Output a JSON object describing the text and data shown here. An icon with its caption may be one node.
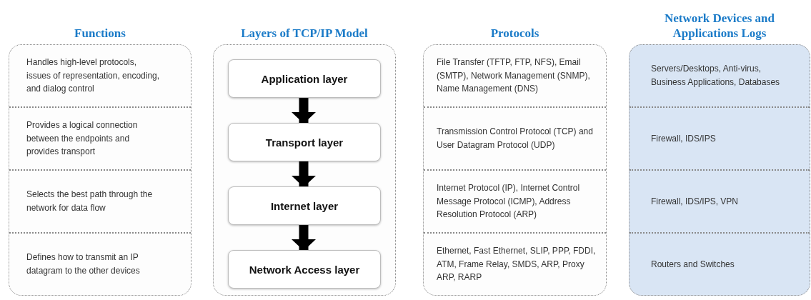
{
  "diagram": {
    "nodes": [
      {
        "text": [
          "Functions"
        ]
      },
      {
        "text": [
          "Handles high-level protocols, issues of representation, encoding, and dialog control"
        ],
        "in": 0
      },
      {
        "text": [
          "Provides a logical connection between the endpoints and provides transport"
        ],
        "in": 0
      },
      {
        "text": [
          "Selects the best path through the network for data flow"
        ],
        "in": 0
      },
      {
        "text": [
          "Defines how to transmit an IP datagram to the other devices"
        ],
        "in": 0
      },
      {
        "text": [
          "Layers of TCP/IP Model"
        ]
      },
      {
        "text": [
          "Application layer"
        ],
        "in": 5
      },
      {
        "text": [
          "Transport layer"
        ],
        "in": 5
      },
      {
        "text": [
          "Internet layer"
        ],
        "in": 5
      },
      {
        "text": [
          "Network Access layer"
        ],
        "in": 5
      },
      {
        "text": [
          "Protocols"
        ]
      },
      {
        "text": [
          "File Transfer (TFTP, FTP, NFS), Email (SMTP), Network Management (SNMP), Name Management (DNS)"
        ],
        "in": 10
      },
      {
        "text": [
          "Transmission Control Protocol (TCP) and User Datagram Protocol (UDP)"
        ],
        "in": 10
      },
      {
        "text": [
          "Internet Protocol (IP), Internet Control Message Protocol (ICMP), Address Resolution Protocol (ARP)"
        ],
        "in": 10
      },
      {
        "text": [
          "Ethernet, Fast Ethernet, SLIP, PPP, FDDI, ATM, Frame Relay, SMDS, ARP, Proxy ARP, RARP"
        ],
        "in": 10
      },
      {
        "text": [
          "Network Devices and Applications Logs"
        ]
      },
      {
        "text": [
          "Servers/Desktops, Anti-virus, Business Applications, Databases"
        ],
        "in": 15
      },
      {
        "text": [
          "Firewall, IDS/IPS"
        ],
        "in": 15
      },
      {
        "text": [
          "Firewall, IDS/IPS, VPN"
        ],
        "in": 15
      },
      {
        "text": [
          "Routers and Switches"
        ],
        "in": 15
      }
    ],
    "edges": [
      {
        "from": 6,
        "to": 7,
        "arrow": "to"
      },
      {
        "from": 7,
        "to": 8,
        "arrow": "to"
      },
      {
        "from": 8,
        "to": 9,
        "arrow": "to"
      }
    ]
  }
}
